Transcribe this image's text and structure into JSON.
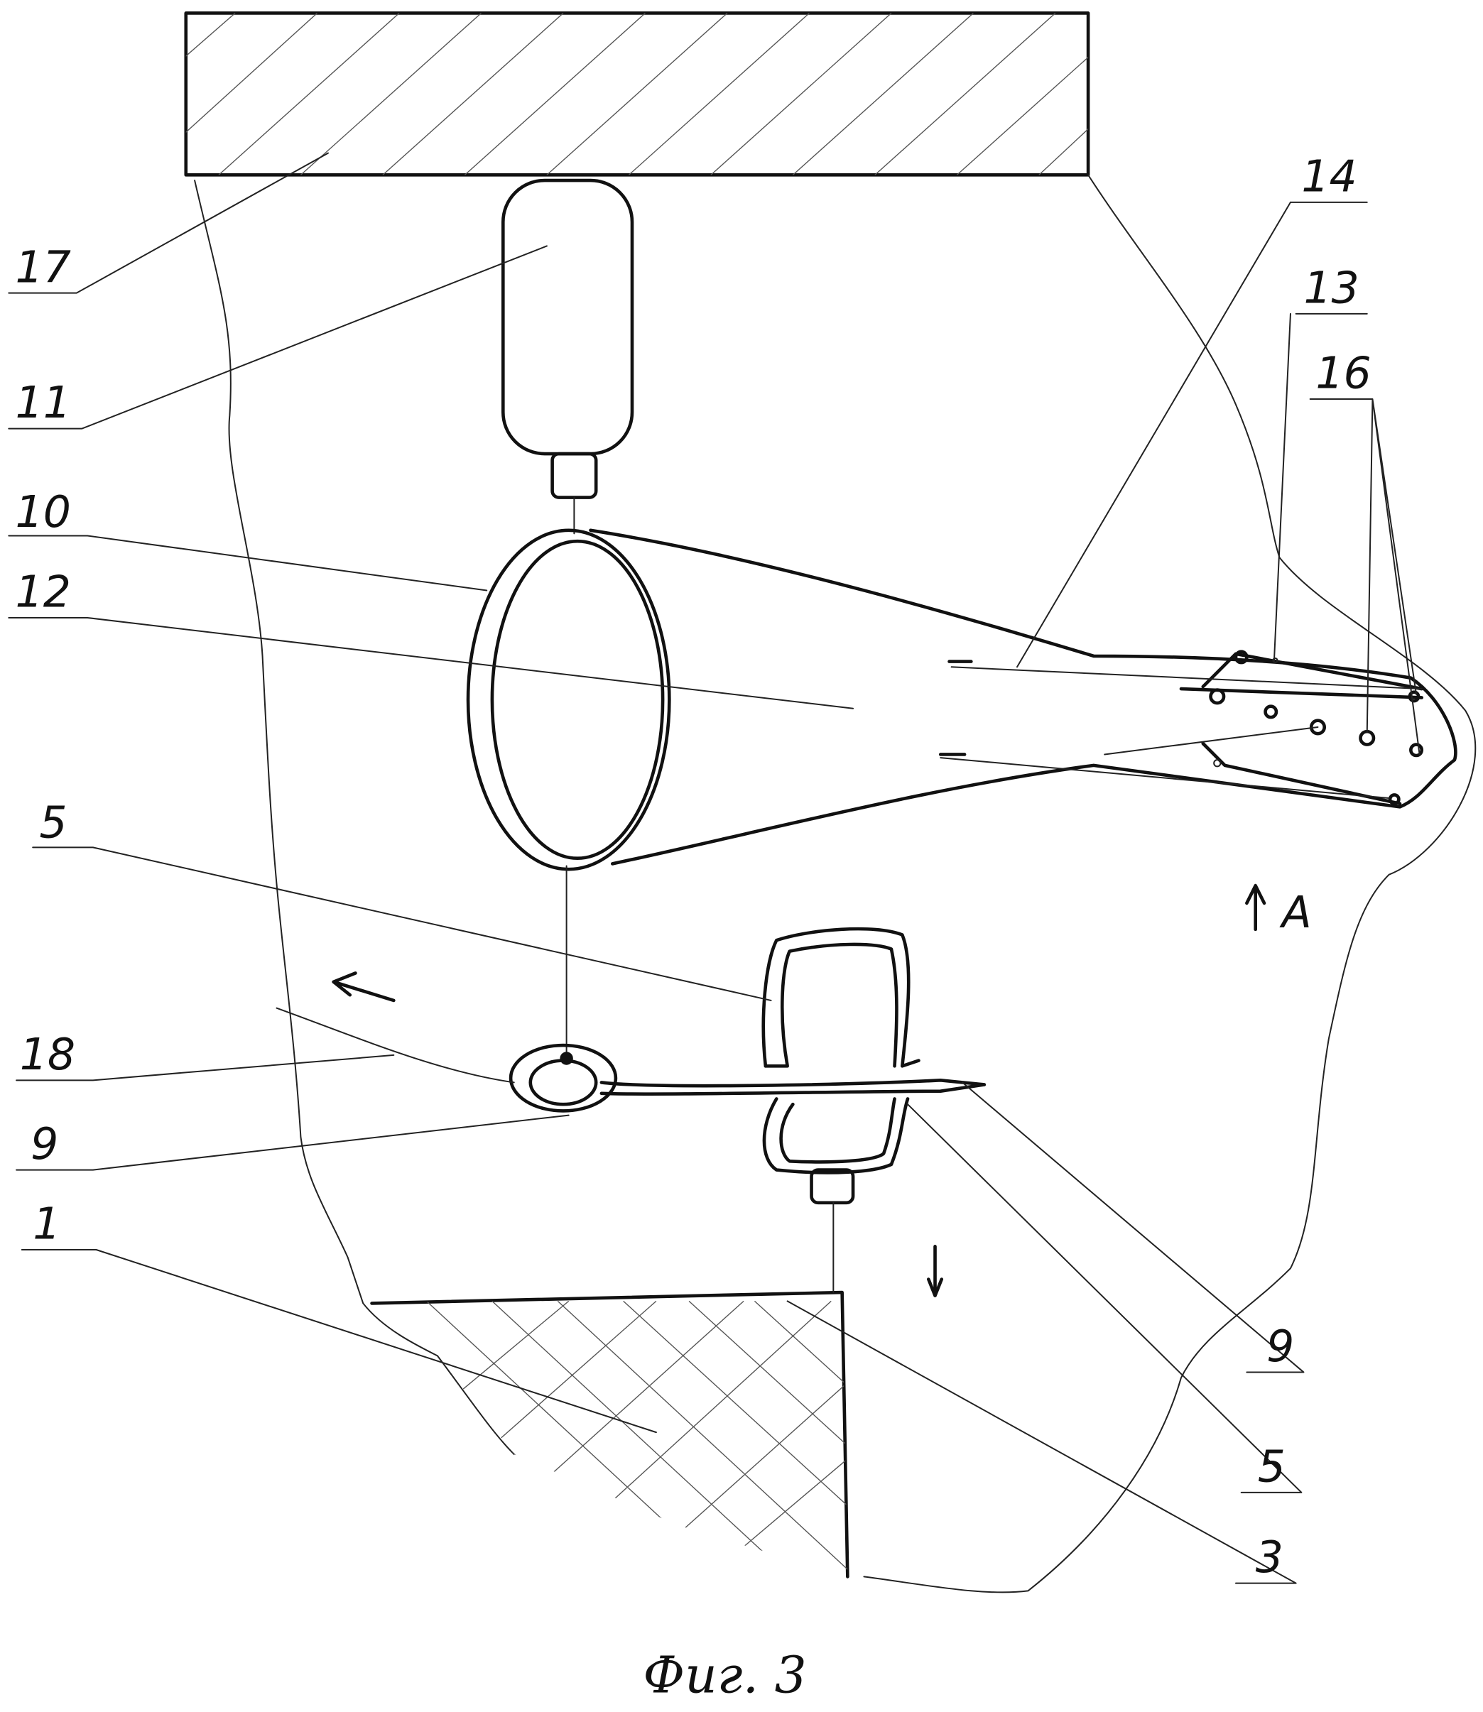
{
  "figure": {
    "caption": "Фиг. 3",
    "labels": {
      "l17": "17",
      "l11": "11",
      "l10": "10",
      "l12": "12",
      "l5_left": "5",
      "l18": "18",
      "l9_left": "9",
      "l1": "1",
      "l14": "14",
      "l13": "13",
      "l16": "16",
      "view_a": "A",
      "l9_right": "9",
      "l5_right": "5",
      "l3": "3"
    }
  }
}
